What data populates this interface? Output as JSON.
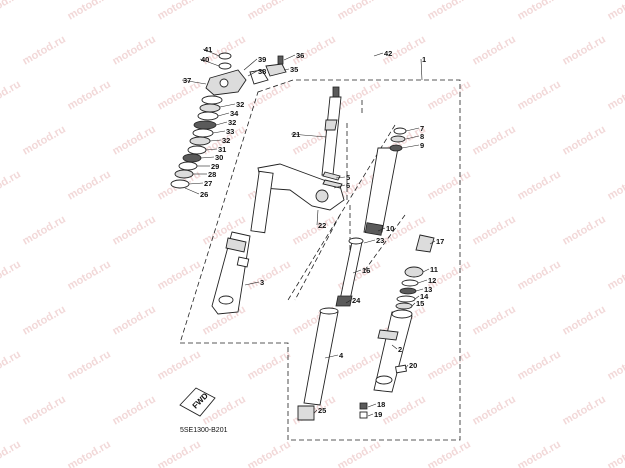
{
  "watermark": {
    "text": "motod.ru"
  },
  "fwd_label": "FWD",
  "diagram_code": "5SE1300-B201",
  "callouts": [
    "1",
    "2",
    "3",
    "4",
    "5",
    "6",
    "7",
    "8",
    "9",
    "10",
    "11",
    "12",
    "13",
    "14",
    "15",
    "16",
    "17",
    "18",
    "19",
    "20",
    "21",
    "22",
    "23",
    "24",
    "25",
    "26",
    "27",
    "28",
    "29",
    "30",
    "31",
    "32",
    "33",
    "34",
    "35",
    "36",
    "37",
    "38",
    "39",
    "40",
    "41",
    "42"
  ]
}
